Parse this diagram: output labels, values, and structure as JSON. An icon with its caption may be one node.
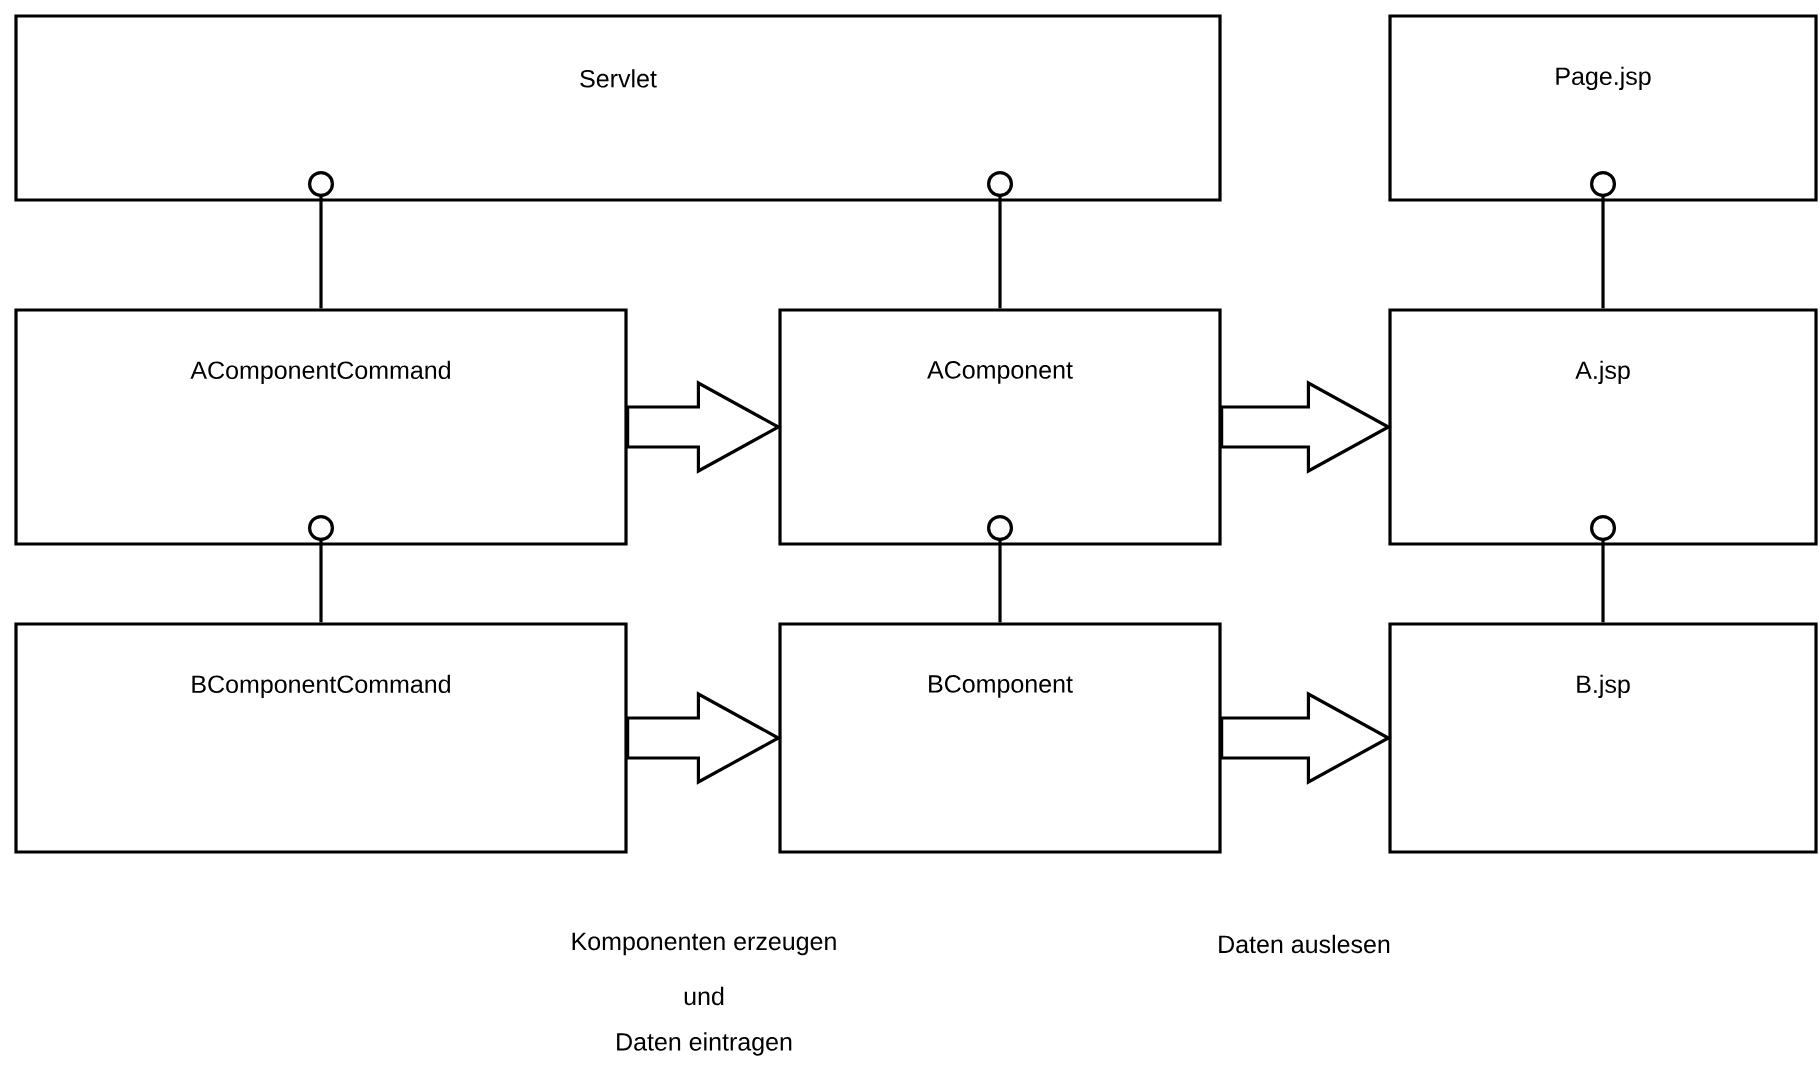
{
  "diagram": {
    "nodes": [
      {
        "text": [
          "Servlet"
        ]
      },
      {
        "text": [
          "Page.jsp"
        ]
      },
      {
        "text": [
          "AComponentCommand"
        ]
      },
      {
        "text": [
          "AComponent"
        ]
      },
      {
        "text": [
          "A.jsp"
        ]
      },
      {
        "text": [
          "BComponentCommand"
        ]
      },
      {
        "text": [
          "BComponent"
        ]
      },
      {
        "text": [
          "B.jsp"
        ]
      }
    ],
    "edges": [
      {
        "from": 0,
        "to": 2,
        "arrow": "other"
      },
      {
        "from": 0,
        "to": 3,
        "arrow": "other"
      },
      {
        "from": 1,
        "to": 4,
        "arrow": "other"
      },
      {
        "from": 2,
        "to": 5,
        "arrow": "other"
      },
      {
        "from": 3,
        "to": 6,
        "arrow": "other"
      },
      {
        "from": 4,
        "to": 7,
        "arrow": "other"
      },
      {
        "from": 2,
        "to": 3,
        "arrow": "to"
      },
      {
        "from": 3,
        "to": 4,
        "arrow": "to"
      },
      {
        "from": 5,
        "to": 6,
        "arrow": "to"
      },
      {
        "from": 6,
        "to": 7,
        "arrow": "to"
      }
    ],
    "labels": [
      "Komponenten erzeugen",
      "und",
      "Daten eintragen",
      "Daten auslesen"
    ]
  }
}
